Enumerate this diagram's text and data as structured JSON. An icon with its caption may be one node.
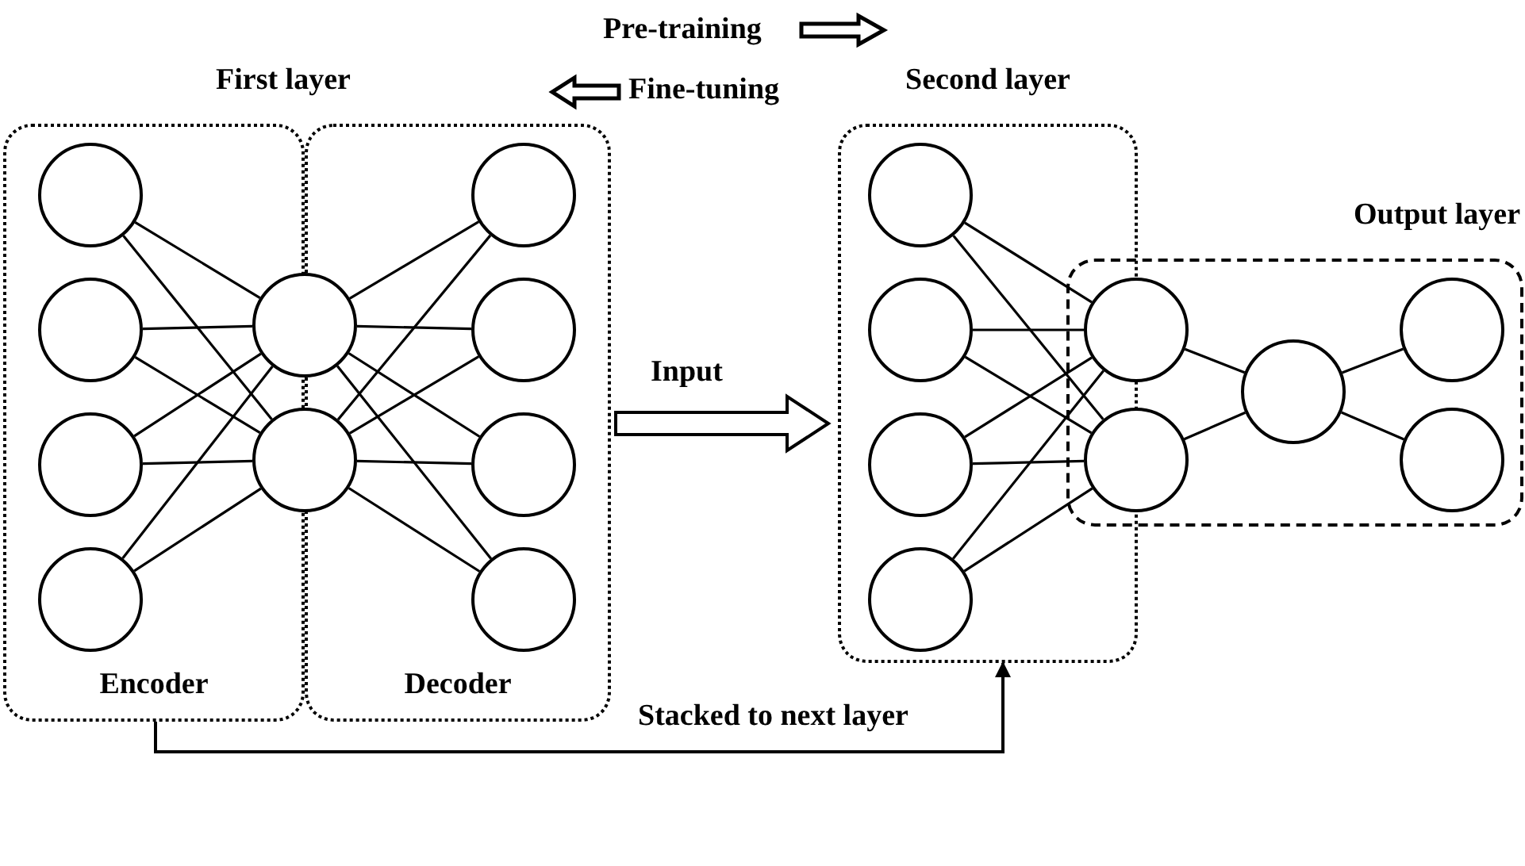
{
  "diagram": {
    "nodes": [
      {
        "text": [
          "Encoder"
        ]
      },
      {
        "text": [
          "Decoder"
        ]
      },
      {
        "text": [],
        "shape": "circle",
        "in": 0
      },
      {
        "text": [],
        "shape": "circle",
        "in": 0
      },
      {
        "text": [],
        "shape": "circle",
        "in": 0
      },
      {
        "text": [],
        "shape": "circle",
        "in": 0
      },
      {
        "text": [],
        "shape": "circle"
      },
      {
        "text": [],
        "shape": "circle"
      },
      {
        "text": [],
        "shape": "circle",
        "in": 1
      },
      {
        "text": [],
        "shape": "circle",
        "in": 1
      },
      {
        "text": [],
        "shape": "circle",
        "in": 1
      },
      {
        "text": [],
        "shape": "circle",
        "in": 1
      },
      {
        "text": [
          "Second layer"
        ]
      },
      {
        "text": [],
        "shape": "circle",
        "in": 12
      },
      {
        "text": [],
        "shape": "circle",
        "in": 12
      },
      {
        "text": [],
        "shape": "circle",
        "in": 12
      },
      {
        "text": [],
        "shape": "circle",
        "in": 12
      },
      {
        "text": [
          "Output layer"
        ]
      },
      {
        "text": [],
        "shape": "circle",
        "in": 17
      },
      {
        "text": [],
        "shape": "circle",
        "in": 17
      },
      {
        "text": [],
        "shape": "circle",
        "in": 17
      },
      {
        "text": [],
        "shape": "circle",
        "in": 17
      },
      {
        "text": [],
        "shape": "circle",
        "in": 17
      }
    ],
    "edges": [
      {
        "from": 2,
        "to": 6,
        "arrow": "none"
      },
      {
        "from": 2,
        "to": 7,
        "arrow": "none"
      },
      {
        "from": 3,
        "to": 6,
        "arrow": "none"
      },
      {
        "from": 3,
        "to": 7,
        "arrow": "none"
      },
      {
        "from": 4,
        "to": 6,
        "arrow": "none"
      },
      {
        "from": 4,
        "to": 7,
        "arrow": "none"
      },
      {
        "from": 5,
        "to": 6,
        "arrow": "none"
      },
      {
        "from": 5,
        "to": 7,
        "arrow": "none"
      },
      {
        "from": 6,
        "to": 8,
        "arrow": "none"
      },
      {
        "from": 6,
        "to": 9,
        "arrow": "none"
      },
      {
        "from": 6,
        "to": 10,
        "arrow": "none"
      },
      {
        "from": 6,
        "to": 11,
        "arrow": "none"
      },
      {
        "from": 7,
        "to": 8,
        "arrow": "none"
      },
      {
        "from": 7,
        "to": 9,
        "arrow": "none"
      },
      {
        "from": 7,
        "to": 10,
        "arrow": "none"
      },
      {
        "from": 7,
        "to": 11,
        "arrow": "none"
      },
      {
        "from": 13,
        "to": 18,
        "arrow": "none"
      },
      {
        "from": 13,
        "to": 19,
        "arrow": "none"
      },
      {
        "from": 14,
        "to": 18,
        "arrow": "none"
      },
      {
        "from": 14,
        "to": 19,
        "arrow": "none"
      },
      {
        "from": 15,
        "to": 18,
        "arrow": "none"
      },
      {
        "from": 15,
        "to": 19,
        "arrow": "none"
      },
      {
        "from": 16,
        "to": 18,
        "arrow": "none"
      },
      {
        "from": 16,
        "to": 19,
        "arrow": "none"
      },
      {
        "from": 18,
        "to": 20,
        "arrow": "none"
      },
      {
        "from": 19,
        "to": 20,
        "arrow": "none"
      },
      {
        "from": 20,
        "to": 21,
        "arrow": "none"
      },
      {
        "from": 20,
        "to": 22,
        "arrow": "none"
      },
      {
        "from": 1,
        "to": 12,
        "arrow": "to",
        "label": "Input",
        "style": "thick"
      },
      {
        "from": 0,
        "to": 12,
        "arrow": "to",
        "label": "Stacked to next layer"
      }
    ],
    "labels": [
      "Pre-training",
      "First layer",
      "Fine-tuning"
    ]
  }
}
